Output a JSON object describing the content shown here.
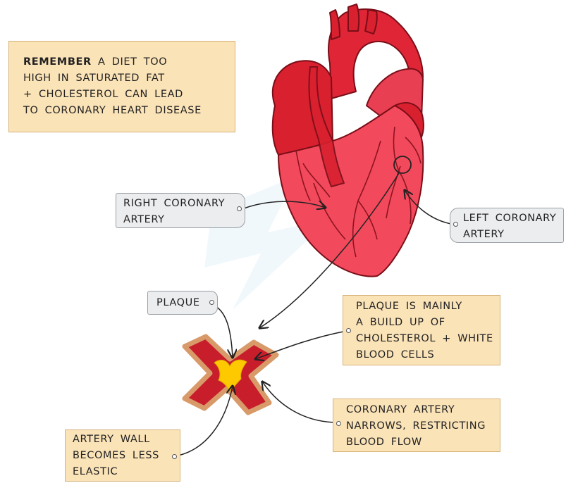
{
  "remember_note": {
    "bold": "REMEMBER",
    "lines": [
      "A DIET TOO",
      "HIGH IN SATURATED FAT",
      "+ CHOLESTEROL CAN LEAD",
      "TO CORONARY HEART DISEASE"
    ]
  },
  "labels": {
    "right_coronary": [
      "RIGHT CORONARY",
      "ARTERY"
    ],
    "left_coronary": [
      "LEFT CORONARY",
      "ARTERY"
    ],
    "plaque": "PLAQUE",
    "plaque_info": [
      "PLAQUE IS MAINLY",
      "A BUILD UP OF",
      "CHOLESTEROL + WHITE",
      "BLOOD CELLS"
    ],
    "narrows": [
      "CORONARY ARTERY",
      "NARROWS, RESTRICTING",
      "BLOOD FLOW"
    ],
    "wall": [
      "ARTERY WALL",
      "BECOMES LESS",
      "ELASTIC"
    ]
  },
  "colors": {
    "heart_light": "#f24a5c",
    "heart_dark": "#d8202f",
    "vessel_line": "#8e1320",
    "plaque_yellow": "#ffc900",
    "artery_outline": "#d99a6a",
    "note_fill": "#fbe3b8",
    "tag_fill": "#ebedef"
  }
}
